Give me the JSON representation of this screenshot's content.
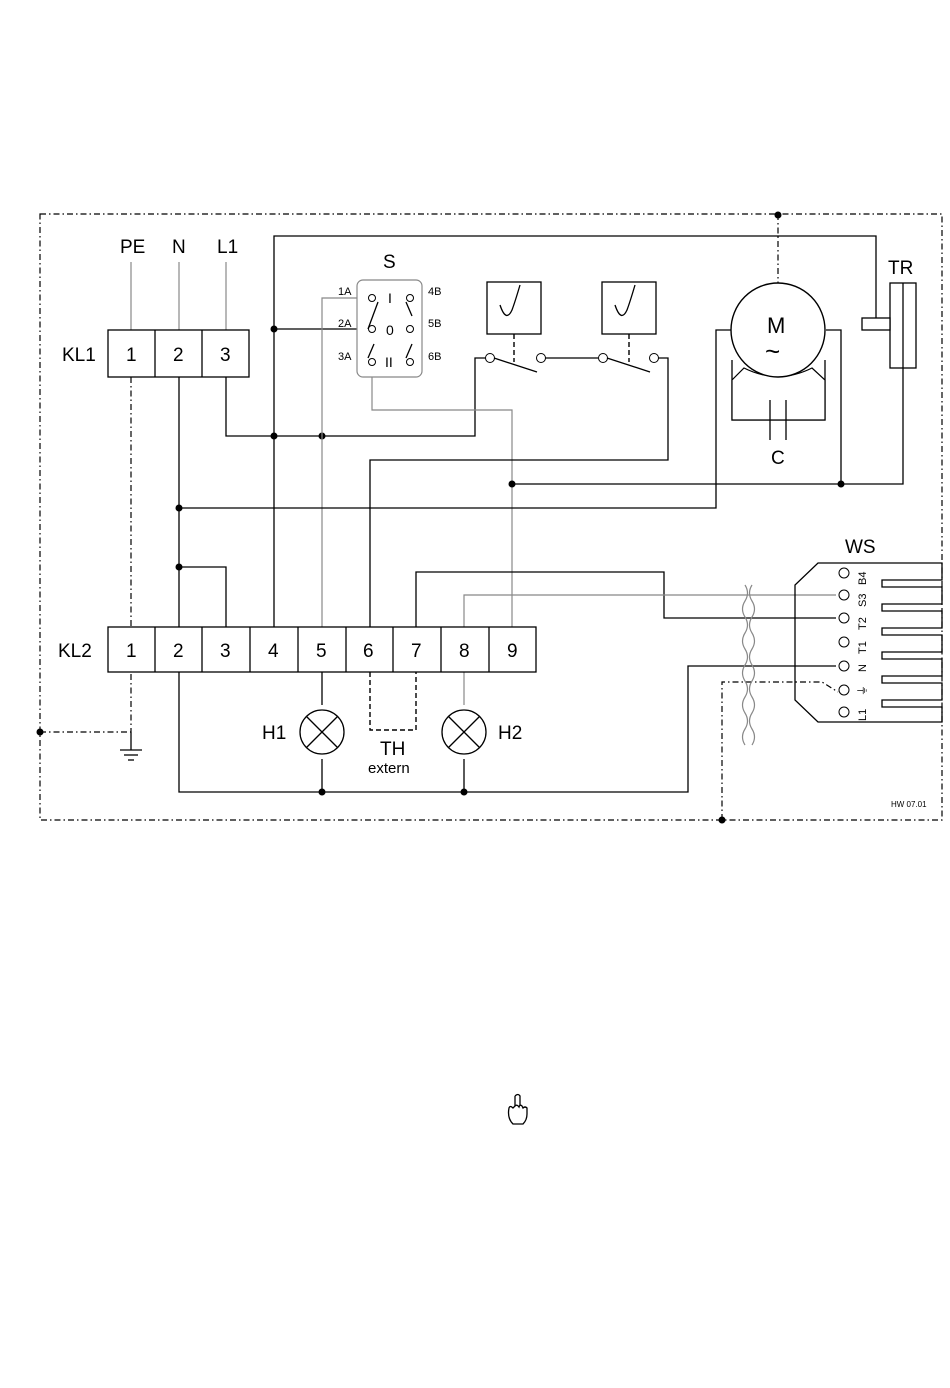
{
  "supply": {
    "pe": "PE",
    "n": "N",
    "l1": "L1"
  },
  "kl1": {
    "label": "KL1",
    "terminals": [
      "1",
      "2",
      "3"
    ]
  },
  "kl2": {
    "label": "KL2",
    "terminals": [
      "1",
      "2",
      "3",
      "4",
      "5",
      "6",
      "7",
      "8",
      "9"
    ]
  },
  "switch": {
    "label": "S",
    "contacts": [
      "1A",
      "2A",
      "3A",
      "4B",
      "5B",
      "6B"
    ],
    "positions": [
      "I",
      "0",
      "II"
    ]
  },
  "motor": {
    "label": "M",
    "symbol": "~"
  },
  "capacitor": {
    "label": "C"
  },
  "transformer": {
    "label": "TR"
  },
  "lamps": {
    "h1": "H1",
    "h2": "H2"
  },
  "thermostat": {
    "label": "TH",
    "sublabel": "extern"
  },
  "ws": {
    "label": "WS",
    "terminals": [
      "B4",
      "S3",
      "T2",
      "T1",
      "N",
      "⏚",
      "L1"
    ]
  },
  "drawing_code": "HW 07.01",
  "note_icon": "pointing-hand-icon"
}
